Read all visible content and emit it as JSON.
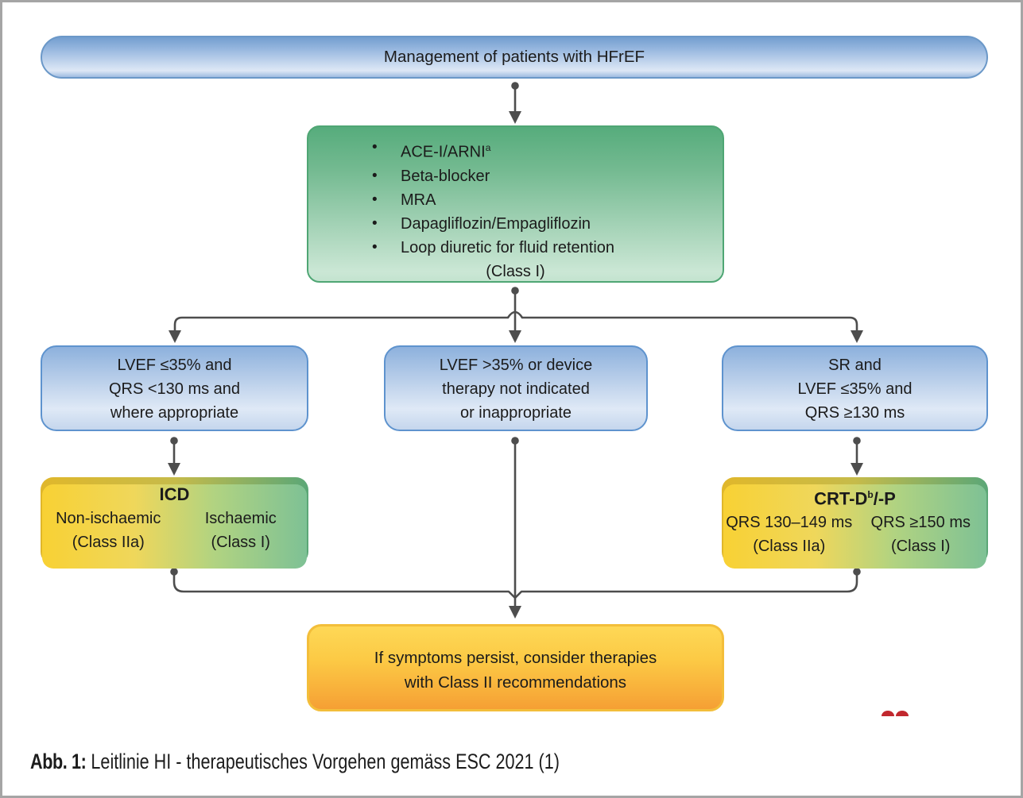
{
  "colors": {
    "frame_border": "#a5a5a5",
    "arrow": "#4d4d4d",
    "header_blue_border": "#6b98c8",
    "criteria_blue_border": "#5e93ce",
    "criteria_blue_fill_top": "#8db1dd",
    "criteria_blue_fill_bottom": "#c5d6ed",
    "therapy_green_border": "#4fa674",
    "therapy_green_fill_top": "#56ac7c",
    "therapy_green_fill_bottom": "#cbe7d5",
    "device_gradient_yellow": "#f8d134",
    "device_gradient_green": "#7ec195",
    "outcome_orange_border": "#f3be3a",
    "outcome_orange_fill_top": "#fed856",
    "outcome_orange_fill_bottom": "#f59f34",
    "logo_red": "#c1282e"
  },
  "header": {
    "title": "Management of patients with HFrEF"
  },
  "therapy": {
    "bullet": "•",
    "items": [
      {
        "text": "ACE-I/ARNI",
        "sup": "a"
      },
      {
        "text": "Beta-blocker",
        "sup": ""
      },
      {
        "text": "MRA",
        "sup": ""
      },
      {
        "text": "Dapagliflozin/Empagliflozin",
        "sup": ""
      },
      {
        "text": "Loop diuretic for fluid retention",
        "sup": ""
      }
    ],
    "class_note": "(Class I)"
  },
  "criteria_left": {
    "line1": "LVEF ≤35% and",
    "line2": "QRS <130 ms and",
    "line3": "where appropriate"
  },
  "criteria_center": {
    "line1": "LVEF >35% or device",
    "line2": "therapy not indicated",
    "line3": "or inappropriate"
  },
  "criteria_right": {
    "line1": "SR and",
    "line2": "LVEF ≤35% and",
    "line3": "QRS ≥130 ms"
  },
  "icd": {
    "title": "ICD",
    "left_line1": "Non-ischaemic",
    "left_line2": "(Class IIa)",
    "right_line1": "Ischaemic",
    "right_line2": "(Class I)"
  },
  "crt": {
    "title_main": "CRT-D",
    "title_sup": "b",
    "title_tail": "/-P",
    "left_line1": "QRS 130–149 ms",
    "left_line2": "(Class IIa)",
    "right_line1": "QRS ≥150 ms",
    "right_line2": "(Class I)"
  },
  "outcome": {
    "line1": "If symptoms persist, consider therapies",
    "line2": "with Class II recommendations"
  },
  "caption": {
    "label": "Abb. 1:",
    "text": "Leitlinie HI - therapeutisches Vorgehen gemäss ESC 2021 (1)"
  }
}
